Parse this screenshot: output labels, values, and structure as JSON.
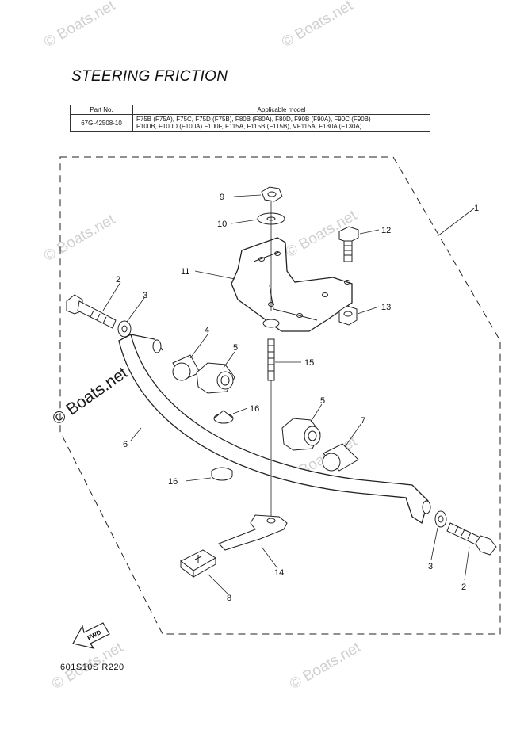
{
  "title": "STEERING FRICTION",
  "table": {
    "header_part": "Part No.",
    "header_model": "Applicable model",
    "part_no": "67G-42508-10",
    "models_line1": "F75B (F75A), F75C, F75D (F75B), F80B (F80A), F80D, F90B (F90A), F90C (F90B)",
    "models_line2": "F100B, F100D (F100A) F100F, F115A, F115B (F115B), VF115A, F130A (F130A)"
  },
  "watermark": "© Boats.net",
  "diagram_code": "601S10S R220",
  "fwd_label": "FWD",
  "callouts": [
    "1",
    "2",
    "3",
    "4",
    "5",
    "6",
    "7",
    "8",
    "9",
    "10",
    "11",
    "12",
    "13",
    "14",
    "15",
    "16",
    "16",
    "5",
    "3",
    "2"
  ]
}
